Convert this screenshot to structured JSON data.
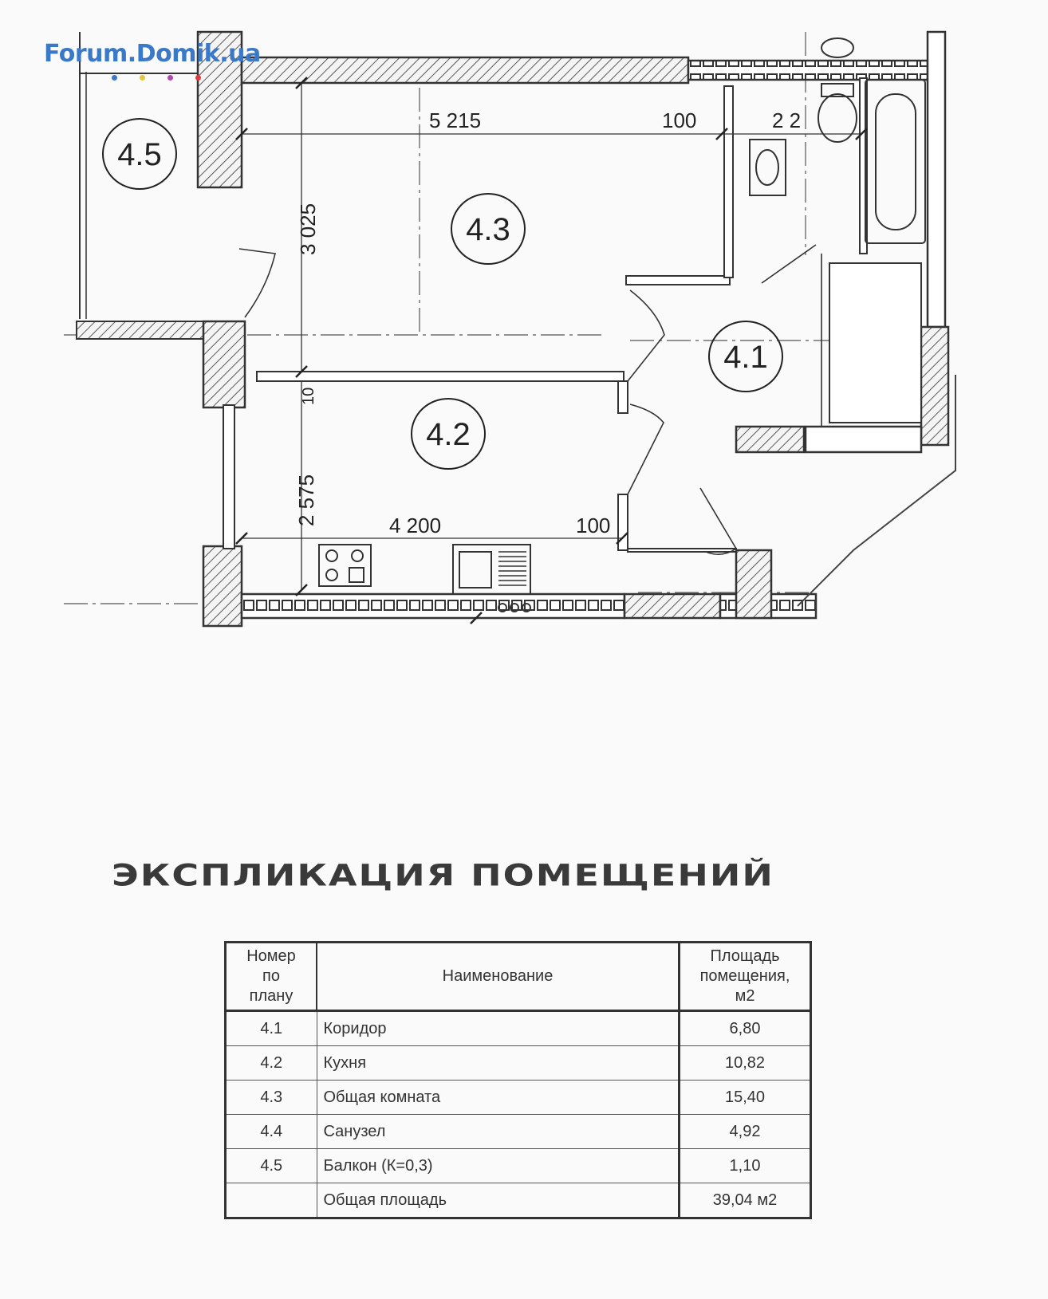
{
  "watermark": {
    "text": "Forum.Domik.ua",
    "dot_colors": [
      "#3a78c8",
      "#e8c53a",
      "#b04ab0",
      "#e03a3a"
    ]
  },
  "plan": {
    "rooms": [
      {
        "id": "4.1",
        "label": "4.1"
      },
      {
        "id": "4.2",
        "label": "4.2"
      },
      {
        "id": "4.3",
        "label": "4.3"
      },
      {
        "id": "4.5",
        "label": "4.5"
      }
    ],
    "dimensions": {
      "room43_width": "5 215",
      "room43_height": "3 025",
      "room43_wall": "100",
      "bath_width": "2 2",
      "room42_width": "4 200",
      "room42_height": "2 575",
      "room42_wall": "100",
      "partition": "10"
    }
  },
  "heading": "ЭКСПЛИКАЦИЯ ПОМЕЩЕНИЙ",
  "table": {
    "headers": {
      "number": [
        "Номер",
        "по",
        "плану"
      ],
      "name": "Наименование",
      "area": [
        "Площадь",
        "помещения,",
        "м2"
      ]
    },
    "rows": [
      {
        "number": "4.1",
        "name": "Коридор",
        "area": "6,80"
      },
      {
        "number": "4.2",
        "name": "Кухня",
        "area": "10,82"
      },
      {
        "number": "4.3",
        "name": "Общая комната",
        "area": "15,40"
      },
      {
        "number": "4.4",
        "name": "Санузел",
        "area": "4,92"
      },
      {
        "number": "4.5",
        "name": "Балкон (К=0,3)",
        "area": "1,10"
      },
      {
        "number": "",
        "name": "Общая площадь",
        "area": "39,04 м2"
      }
    ]
  }
}
